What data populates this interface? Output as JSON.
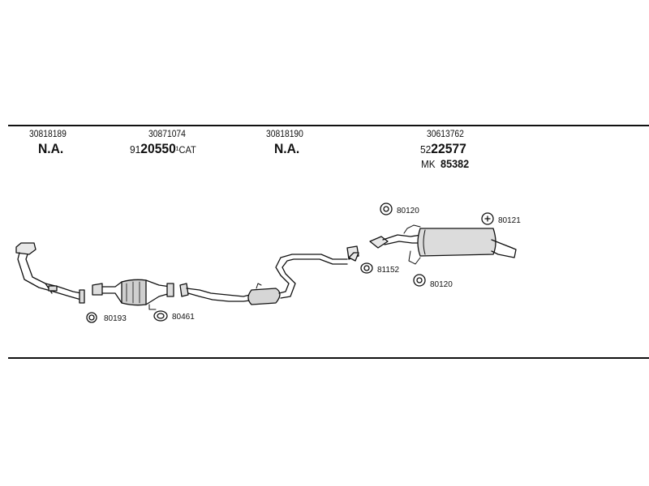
{
  "groups": [
    {
      "part_number": "30818189",
      "label": "N.A."
    },
    {
      "part_number": "30871074",
      "code_prefix": "91",
      "code_main": "20550",
      "code_suffix": "¹CAT"
    },
    {
      "part_number": "30818190",
      "label": "N.A."
    },
    {
      "part_number": "30613762",
      "code_prefix": "52",
      "code_main": "22577",
      "mk_label": "MK",
      "mk_value": "85382"
    }
  ],
  "callouts": {
    "c80193": "80193",
    "c80461": "80461",
    "c81152": "81152",
    "c80120a": "80120",
    "c80120b": "80120",
    "c80121": "80121"
  }
}
